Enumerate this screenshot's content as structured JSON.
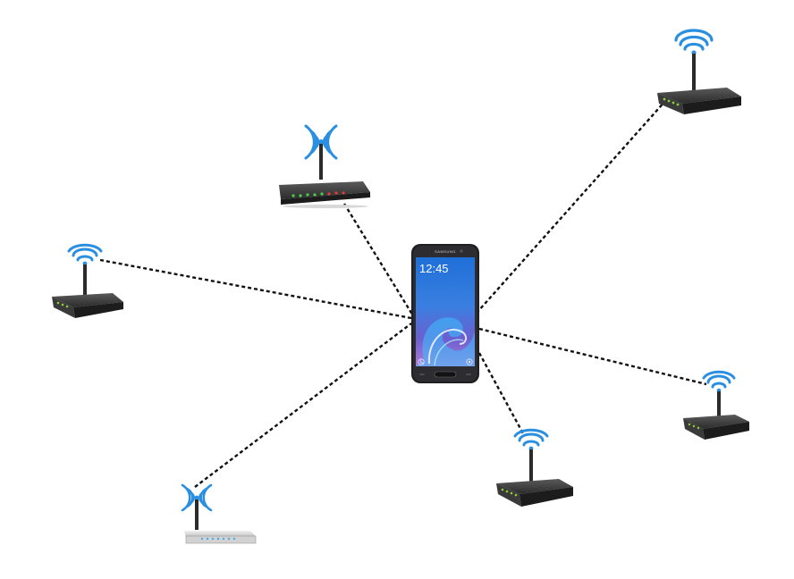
{
  "diagram": {
    "center_device": {
      "icon": "smartphone-icon",
      "brand": "SAMSUNG",
      "time": "12:45",
      "date": ""
    },
    "access_points": [
      {
        "id": "router-top-center",
        "icon": "wifi-router-icon",
        "style": "flat-dark",
        "connected": true
      },
      {
        "id": "router-top-right",
        "icon": "wifi-router-icon",
        "style": "wedge",
        "connected": true
      },
      {
        "id": "router-left",
        "icon": "wifi-router-icon",
        "style": "wedge",
        "connected": true
      },
      {
        "id": "router-bottom-left",
        "icon": "wifi-router-icon",
        "style": "flat-silver",
        "connected": true
      },
      {
        "id": "router-bottom-center",
        "icon": "wifi-router-icon",
        "style": "wedge",
        "connected": true
      },
      {
        "id": "router-right",
        "icon": "wifi-router-icon",
        "style": "wedge",
        "connected": true
      }
    ],
    "link_style": "dotted",
    "colors": {
      "wifi_signal": "#2a8fe0",
      "router_body": "#2b2b2b",
      "link": "#111111",
      "background": "#ffffff"
    }
  }
}
